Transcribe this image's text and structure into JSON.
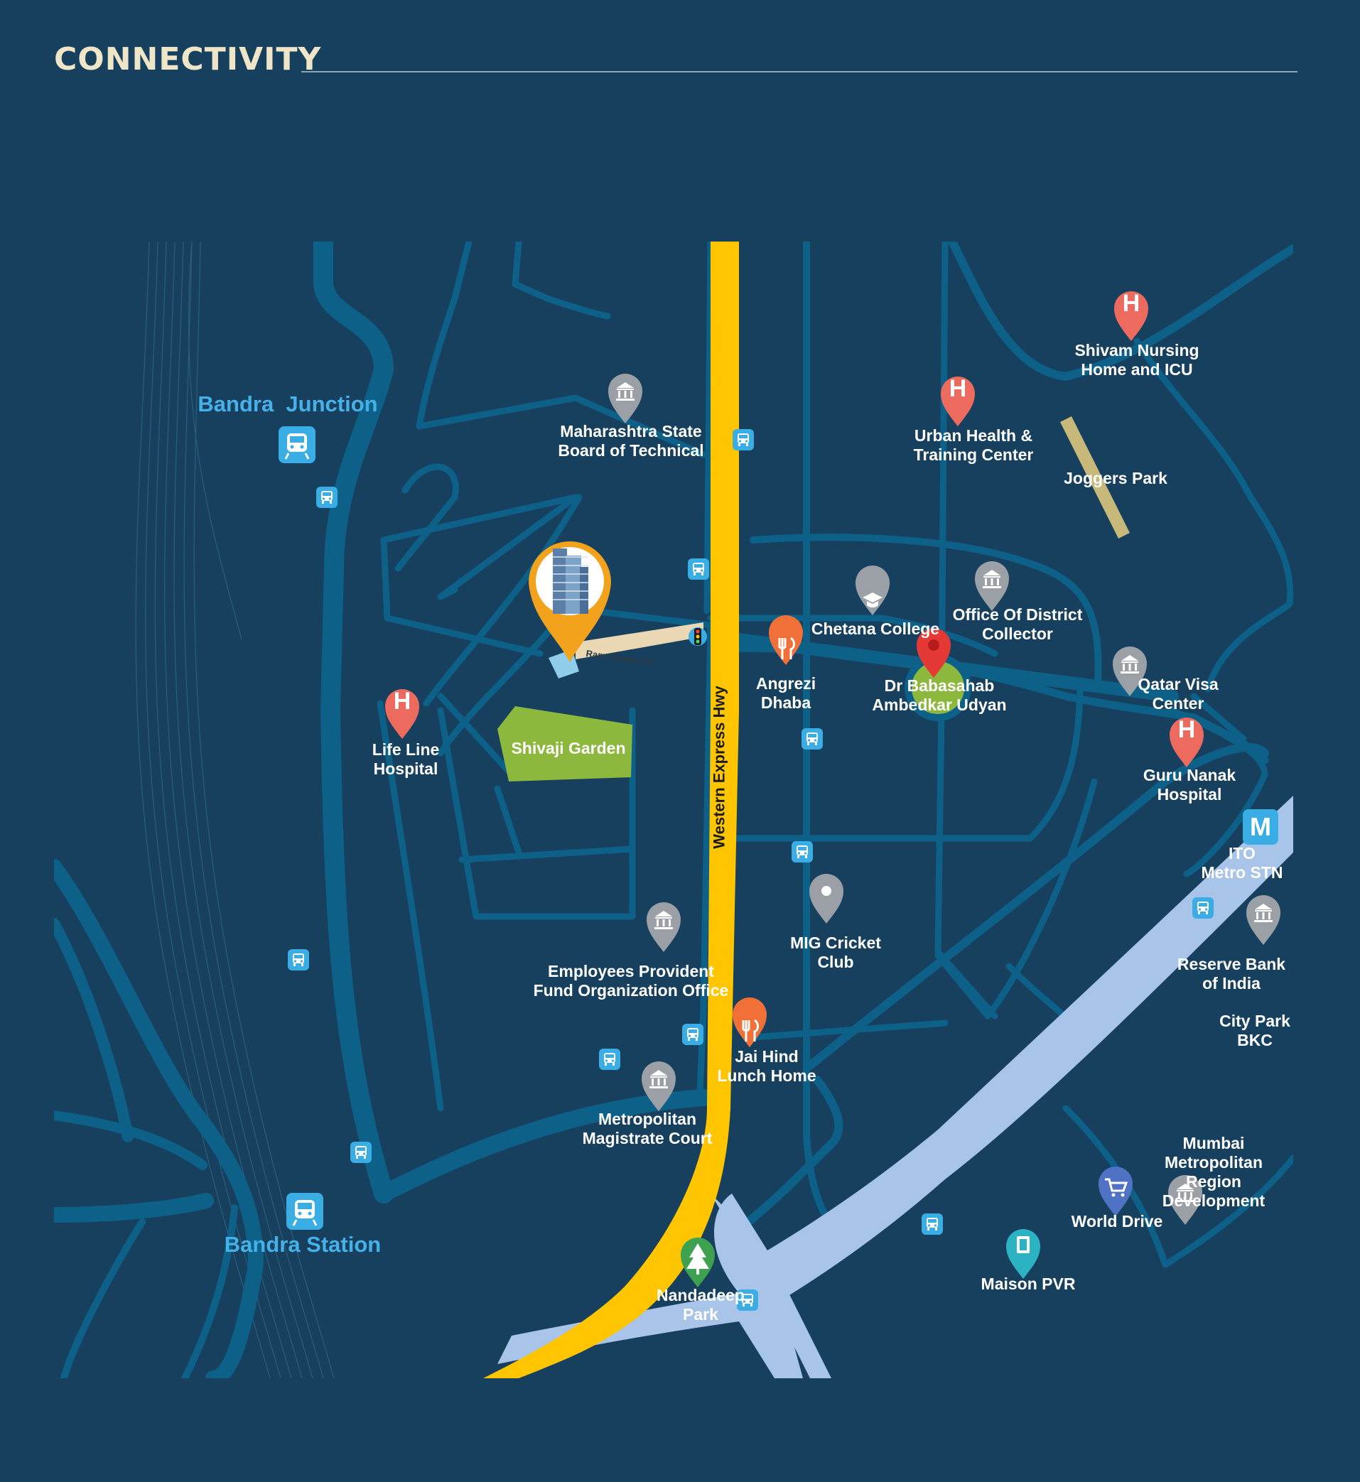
{
  "title": "CONNECTIVITY",
  "roads": {
    "highway": "Western Express Hwy",
    "local": "Ram Mandir Rd"
  },
  "areas": {
    "garden": "Shivaji Garden",
    "joggers": "Joggers Park"
  },
  "stations": {
    "junction": "Bandra  Junction",
    "station": "Bandra Station",
    "metro_letter": "M",
    "metro_label": "ITO\nMetro STN"
  },
  "pois": {
    "maharashtra": "Maharashtra State\nBoard of Technical",
    "shivam": "Shivam Nursing\nHome and ICU",
    "urban": "Urban Health &\nTraining Center",
    "chetana": "Chetana College",
    "district": "Office Of District\nCollector",
    "angrezi": "Angrezi\nDhaba",
    "ambedkar": "Dr Babasahab\nAmbedkar Udyan",
    "qatar": "Qatar Visa\nCenter",
    "gurunanak": "Guru Nanak\nHospital",
    "lifeline": "Life Line\nHospital",
    "mig": "MIG Cricket\nClub",
    "epfo": "Employees Provident\nFund Organization Office",
    "jaihind": "Jai Hind\nLunch Home",
    "rbi": "Reserve Bank\nof India",
    "citypark": "City Park\nBKC",
    "metropolitan": "Metropolitan\nMagistrate Court",
    "mmrda": "Mumbai Metropolitan\nRegion Development",
    "worlddrive": "World Drive",
    "maison": "Maison PVR",
    "nandadeep": "Nandadeep\nPark"
  },
  "icons": {
    "hospital_letter": "H",
    "hospital": "hospital-icon",
    "government": "government-building-icon",
    "restaurant": "restaurant-icon",
    "education": "graduation-cap-icon",
    "park": "tree-icon",
    "bus": "bus-icon",
    "train": "train-icon",
    "metro": "metro-icon",
    "cinema": "cinema-icon",
    "shopping": "shopping-cart-icon",
    "location": "location-pin-icon"
  },
  "colors": {
    "background": "#17405f",
    "road": "#0d6189",
    "highway": "#ffc600",
    "bkc_road": "#a8c4e8",
    "hospital_pin": "#ed6b5e",
    "government_pin": "#9aa0a6",
    "restaurant_pin": "#f07037",
    "park_green": "#8cb83d",
    "bus_blue": "#3aaee4"
  }
}
